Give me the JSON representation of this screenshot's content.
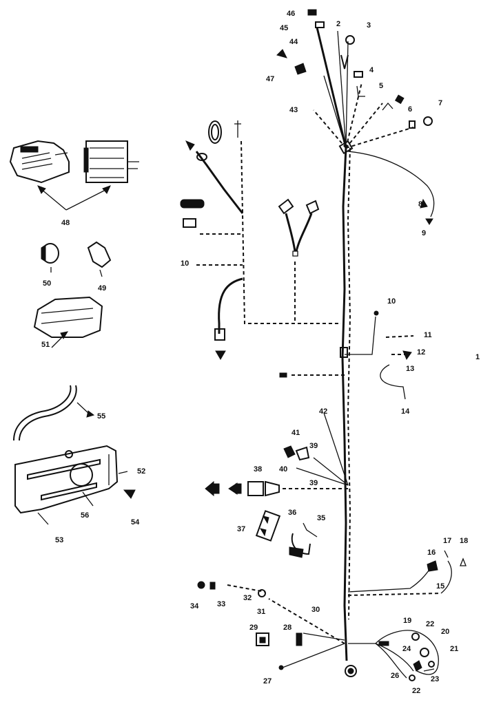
{
  "callouts": {
    "n1": "1",
    "n2": "2",
    "n3": "3",
    "n4": "4",
    "n5": "5",
    "n6": "6",
    "n7": "7",
    "n8": "8",
    "n9": "9",
    "n10": "10",
    "n11": "11",
    "n12": "12",
    "n13": "13",
    "n14": "14",
    "n15": "15",
    "n16": "16",
    "n17": "17",
    "n18": "18",
    "n19": "19",
    "n20": "20",
    "n21": "21",
    "n22": "22",
    "n23": "23",
    "n24": "24",
    "n26": "26",
    "n27": "27",
    "n28": "28",
    "n29": "29",
    "n30": "30",
    "n31": "31",
    "n32": "32",
    "n33": "33",
    "n34": "34",
    "n35": "35",
    "n36": "36",
    "n37": "37",
    "n38": "38",
    "n39": "39",
    "n40": "40",
    "n41": "41",
    "n42": "42",
    "n43": "43",
    "n44": "44",
    "n45": "45",
    "n46": "46",
    "n47": "47",
    "n48": "48",
    "n49": "49",
    "n50": "50",
    "n51": "51",
    "n52": "52",
    "n53": "53",
    "n54": "54",
    "n55": "55",
    "n56": "56"
  }
}
